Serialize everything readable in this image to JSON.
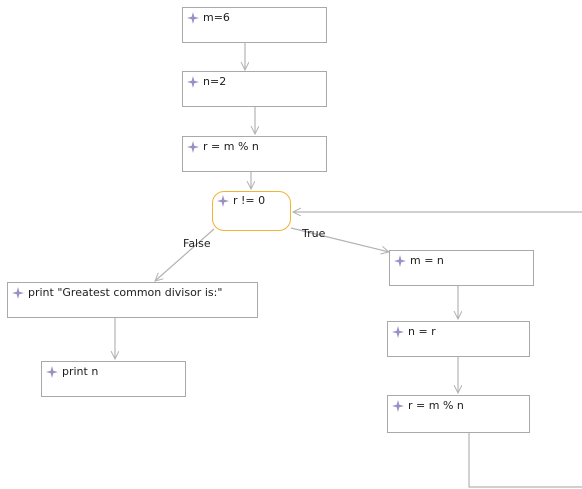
{
  "diagram": {
    "nodes": {
      "m_6": {
        "label": "m=6",
        "icon": "statement-icon"
      },
      "n_2": {
        "label": "n=2",
        "icon": "statement-icon"
      },
      "r_mod_1": {
        "label": "r = m % n",
        "icon": "statement-icon"
      },
      "cond": {
        "label": "r != 0",
        "icon": "statement-icon"
      },
      "print_text": {
        "label": "print \"Greatest common divisor is:\"",
        "icon": "statement-icon"
      },
      "print_n": {
        "label": "print n",
        "icon": "statement-icon"
      },
      "m_eq_n": {
        "label": "m = n",
        "icon": "statement-icon"
      },
      "n_eq_r": {
        "label": "n = r",
        "icon": "statement-icon"
      },
      "r_mod_2": {
        "label": "r = m % n",
        "icon": "statement-icon"
      }
    },
    "edge_labels": {
      "false": "False",
      "true": "True"
    },
    "colors": {
      "decision_border": "#f2b233",
      "node_border": "#a9a9a9",
      "edge": "#b3b3b3",
      "icon": "#9b8fc4"
    }
  }
}
